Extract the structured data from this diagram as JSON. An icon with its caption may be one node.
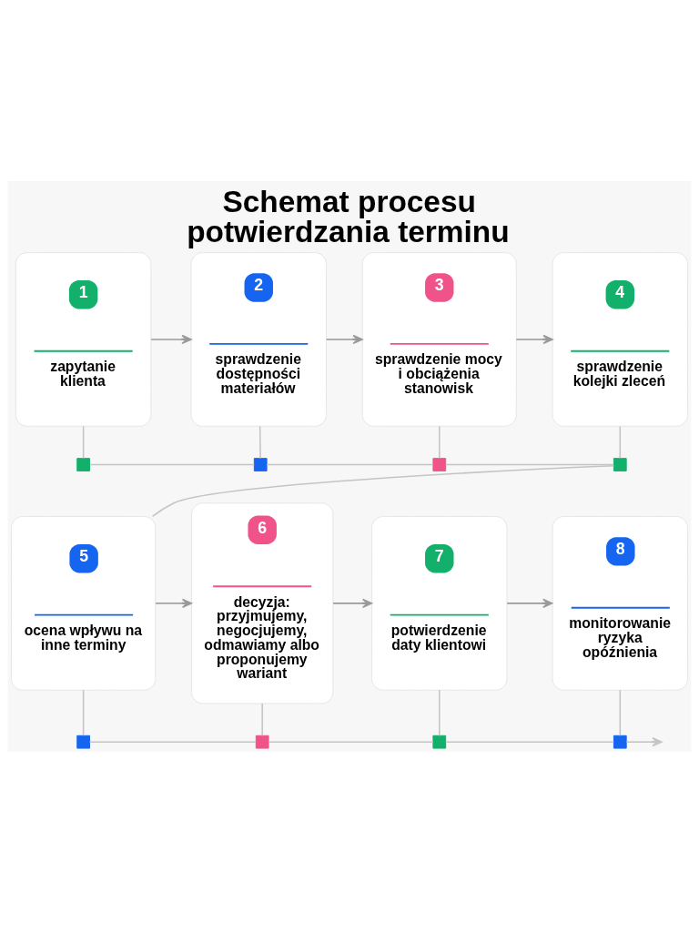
{
  "diagram": {
    "title": "Schemat procesu potwierdzania terminu",
    "nodes": [
      {
        "text": [
          "1",
          "zapytanie klienta"
        ]
      },
      {
        "text": [
          "2",
          "sprawdzenie dostępności materiałów"
        ]
      },
      {
        "text": [
          "3",
          "sprawdzenie mocy i obciążenia stanowisk"
        ]
      },
      {
        "text": [
          "4",
          "sprawdzenie kolejki zleceń"
        ]
      },
      {
        "text": [
          "5",
          "ocena wpływu na inne terminy"
        ]
      },
      {
        "text": [
          "6",
          "decyzja: przyjmujemy, negocjujemy, odmawiamy albo proponujemy wariant"
        ]
      },
      {
        "text": [
          "7",
          "potwierdzenie daty klientowi"
        ]
      },
      {
        "text": [
          "8",
          "monitorowanie ryzyka opóźnienia"
        ]
      },
      {
        "text": [],
        "shape": "box"
      },
      {
        "text": [],
        "shape": "box"
      },
      {
        "text": [],
        "shape": "box"
      },
      {
        "text": [],
        "shape": "box"
      },
      {
        "text": [],
        "shape": "box"
      },
      {
        "text": [],
        "shape": "box"
      },
      {
        "text": [],
        "shape": "box"
      },
      {
        "text": [],
        "shape": "box"
      }
    ],
    "edges": [
      {
        "from": 0,
        "to": 1,
        "arrow": "to",
        "color": "#9a9a9a"
      },
      {
        "from": 1,
        "to": 2,
        "arrow": "to",
        "color": "#9a9a9a"
      },
      {
        "from": 2,
        "to": 3,
        "arrow": "to",
        "color": "#9a9a9a"
      },
      {
        "from": 4,
        "to": 5,
        "arrow": "to",
        "color": "#9a9a9a"
      },
      {
        "from": 5,
        "to": 6,
        "arrow": "to",
        "color": "#9a9a9a"
      },
      {
        "from": 6,
        "to": 7,
        "arrow": "to",
        "color": "#9a9a9a"
      },
      {
        "from": 0,
        "to": 8,
        "arrow": "none"
      },
      {
        "from": 1,
        "to": 9,
        "arrow": "none"
      },
      {
        "from": 2,
        "to": 10,
        "arrow": "none"
      },
      {
        "from": 3,
        "to": 11,
        "arrow": "none"
      },
      {
        "from": 8,
        "to": 9,
        "arrow": "none"
      },
      {
        "from": 9,
        "to": 10,
        "arrow": "none"
      },
      {
        "from": 10,
        "to": 11,
        "arrow": "none"
      },
      {
        "from": 11,
        "to": 4,
        "arrow": "none"
      },
      {
        "from": 4,
        "to": 12,
        "arrow": "none"
      },
      {
        "from": 5,
        "to": 13,
        "arrow": "none"
      },
      {
        "from": 6,
        "to": 14,
        "arrow": "none"
      },
      {
        "from": 7,
        "to": 15,
        "arrow": "none"
      },
      {
        "from": 12,
        "to": 13,
        "arrow": "none"
      },
      {
        "from": 13,
        "to": 14,
        "arrow": "none"
      },
      {
        "from": 14,
        "to": 15,
        "arrow": "none"
      },
      {
        "from": 15,
        "to": null,
        "arrow": "to"
      }
    ]
  }
}
